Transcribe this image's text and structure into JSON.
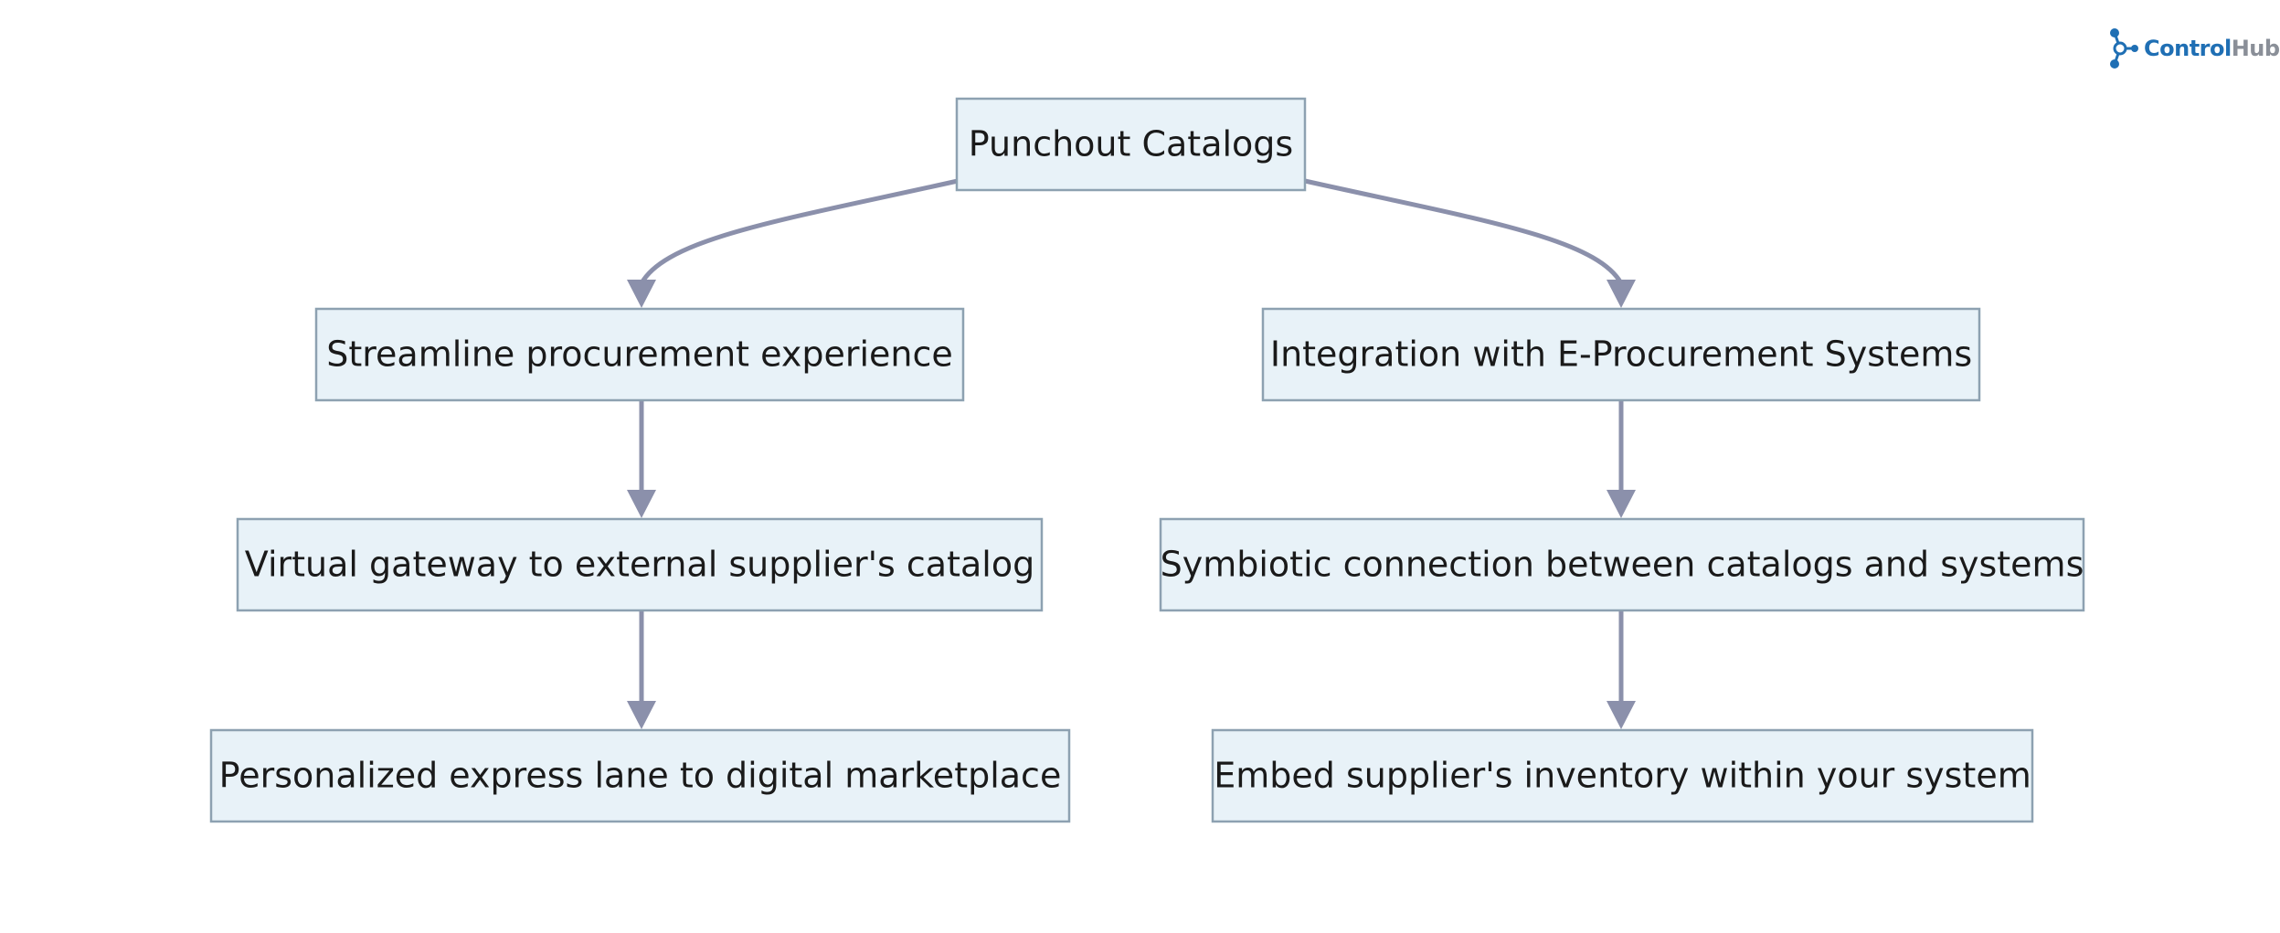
{
  "brand": {
    "name_part1": "Control",
    "name_part2": "Hub",
    "icon": "network-hub-icon",
    "colors": {
      "primary": "#1f6fb4",
      "secondary": "#8a8f98"
    }
  },
  "diagram": {
    "type": "flowchart",
    "colors": {
      "node_fill": "#e8f2f8",
      "node_border": "#8da1b1",
      "edge": "#8b90ab",
      "text": "#1a1a1a"
    },
    "nodes": [
      {
        "id": "root",
        "label": "Punchout Catalogs"
      },
      {
        "id": "left1",
        "label": "Streamline procurement experience"
      },
      {
        "id": "right1",
        "label": "Integration with E-Procurement Systems"
      },
      {
        "id": "left2",
        "label": "Virtual gateway to external supplier's catalog"
      },
      {
        "id": "right2",
        "label": "Symbiotic connection between catalogs and systems"
      },
      {
        "id": "left3",
        "label": "Personalized express lane to digital marketplace"
      },
      {
        "id": "right3",
        "label": "Embed supplier's inventory within your system"
      }
    ],
    "edges": [
      {
        "from": "root",
        "to": "left1"
      },
      {
        "from": "root",
        "to": "right1"
      },
      {
        "from": "left1",
        "to": "left2"
      },
      {
        "from": "left2",
        "to": "left3"
      },
      {
        "from": "right1",
        "to": "right2"
      },
      {
        "from": "right2",
        "to": "right3"
      }
    ]
  }
}
